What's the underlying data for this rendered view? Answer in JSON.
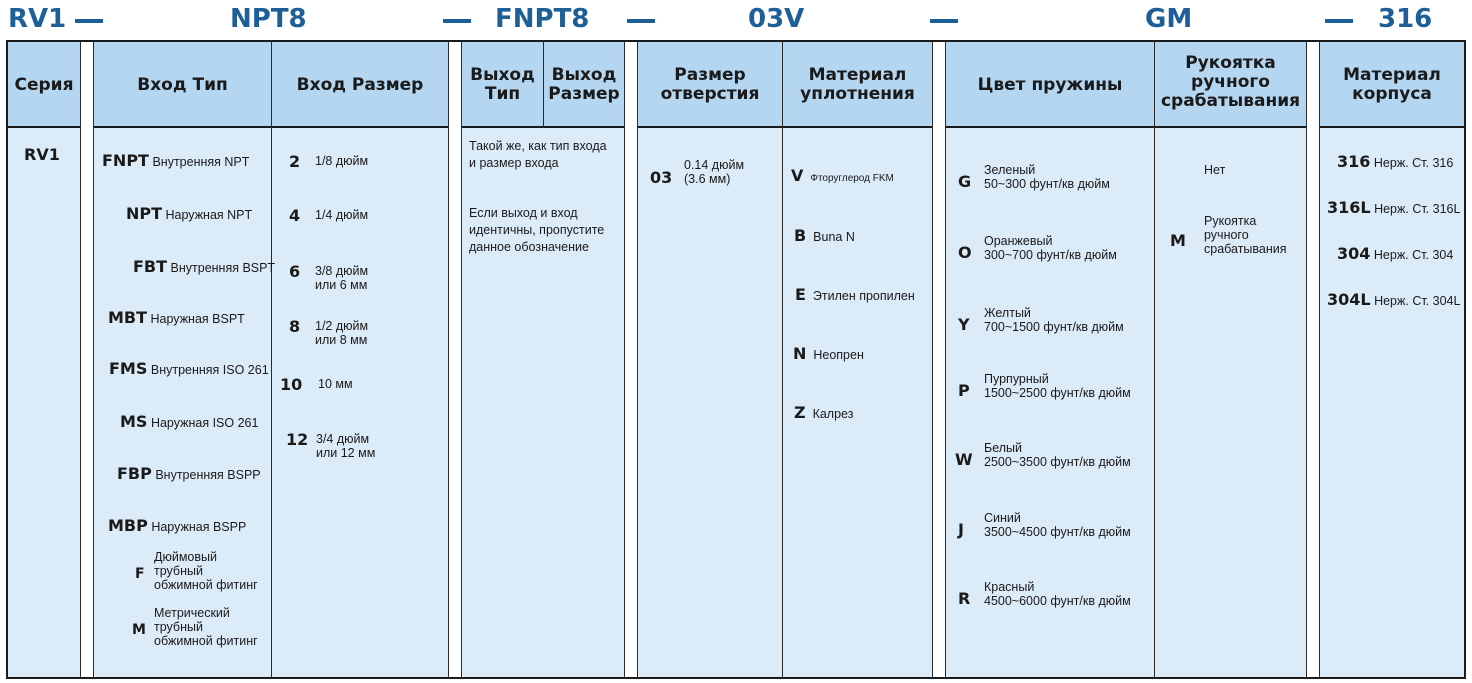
{
  "model_code": {
    "parts": [
      "RV1",
      "NPT8",
      "FNPT8",
      "03V",
      "GM",
      "316"
    ]
  },
  "headers": {
    "series": "Серия",
    "inlet_type": "Вход Тип",
    "inlet_size": "Вход Размер",
    "outlet_type": [
      "Выход",
      "Тип"
    ],
    "outlet_size": [
      "Выход",
      "Размер"
    ],
    "orifice": [
      "Размер",
      "отверстия"
    ],
    "seal": [
      "Материал",
      "уплотнения"
    ],
    "spring": "Цвет пружины",
    "handle": [
      "Рукоятка",
      "ручного",
      "срабатывания"
    ],
    "body": [
      "Материал",
      "корпуса"
    ]
  },
  "series": {
    "code": "RV1"
  },
  "inlet_types": [
    {
      "code": "FNPT",
      "desc": "Внутренняя NPT"
    },
    {
      "code": "NPT",
      "desc": "Наружная NPT"
    },
    {
      "code": "FBT",
      "desc": "Внутренняя BSPT"
    },
    {
      "code": "MBT",
      "desc": "Наружная BSPT"
    },
    {
      "code": "FMS",
      "desc": "Внутренняя ISO 261"
    },
    {
      "code": "MS",
      "desc": "Наружная ISO 261"
    },
    {
      "code": "FBP",
      "desc": "Внутренняя BSPP"
    },
    {
      "code": "MBP",
      "desc": "Наружная BSPP"
    }
  ],
  "fittings": [
    {
      "code": "F",
      "lines": [
        "Дюймовый",
        "трубный",
        "обжимной фитинг"
      ]
    },
    {
      "code": "M",
      "lines": [
        "Метрический",
        "трубный",
        "обжимной фитинг"
      ]
    }
  ],
  "inlet_sizes": [
    {
      "code": "2",
      "lines": [
        "1/8 дюйм"
      ]
    },
    {
      "code": "4",
      "lines": [
        "1/4 дюйм"
      ]
    },
    {
      "code": "6",
      "lines": [
        "3/8 дюйм",
        "или 6  мм"
      ]
    },
    {
      "code": "8",
      "lines": [
        "1/2 дюйм",
        "или  8 мм"
      ]
    },
    {
      "code": "10",
      "lines": [
        "10  мм"
      ]
    },
    {
      "code": "12",
      "lines": [
        "3/4 дюйм",
        "или 12  мм"
      ]
    }
  ],
  "outlet": {
    "note1": [
      "Такой же, как тип входа",
      "и размер входа"
    ],
    "note2": [
      "Если выход и вход",
      "идентичны, пропустите",
      "данное обозначение"
    ]
  },
  "orifice": {
    "code": "03",
    "lines": [
      "0.14 дюйм",
      "(3.6 мм)"
    ]
  },
  "seals": [
    {
      "code": "V",
      "desc": "Фторуглерод FKM"
    },
    {
      "code": "B",
      "desc": "Buna N"
    },
    {
      "code": "E",
      "desc": "Этилен пропилен"
    },
    {
      "code": "N",
      "desc": "Неопрен"
    },
    {
      "code": "Z",
      "desc": "Калрез"
    }
  ],
  "springs": [
    {
      "code": "G",
      "name": "Зеленый",
      "range": "50~300 фунт/кв дюйм"
    },
    {
      "code": "O",
      "name": "Оранжевый",
      "range": "300~700 фунт/кв дюйм"
    },
    {
      "code": "Y",
      "name": "Желтый",
      "range": "700~1500 фунт/кв дюйм"
    },
    {
      "code": "P",
      "name": "Пурпурный",
      "range": "1500~2500 фунт/кв дюйм"
    },
    {
      "code": "W",
      "name": "Белый",
      "range": "2500~3500 фунт/кв дюйм"
    },
    {
      "code": "J",
      "name": "Синий",
      "range": "3500~4500 фунт/кв дюйм"
    },
    {
      "code": "R",
      "name": "Красный",
      "range": "4500~6000 фунт/кв дюйм"
    }
  ],
  "handle": {
    "none": "Нет",
    "option": {
      "code": "M",
      "lines": [
        "Рукоятка",
        "ручного",
        "срабатывания"
      ]
    }
  },
  "materials": [
    {
      "code": "316",
      "desc": "Нерж. Ст. 316"
    },
    {
      "code": "316L",
      "desc": "Нерж. Ст. 316L"
    },
    {
      "code": "304",
      "desc": "Нерж. Ст. 304"
    },
    {
      "code": "304L",
      "desc": "Нерж. Ст. 304L"
    }
  ],
  "colors": {
    "code_blue": "#1d5f97",
    "header_fill": "#b4d6f1",
    "body_fill": "#dcebf8",
    "border": "#1b1b1b"
  }
}
